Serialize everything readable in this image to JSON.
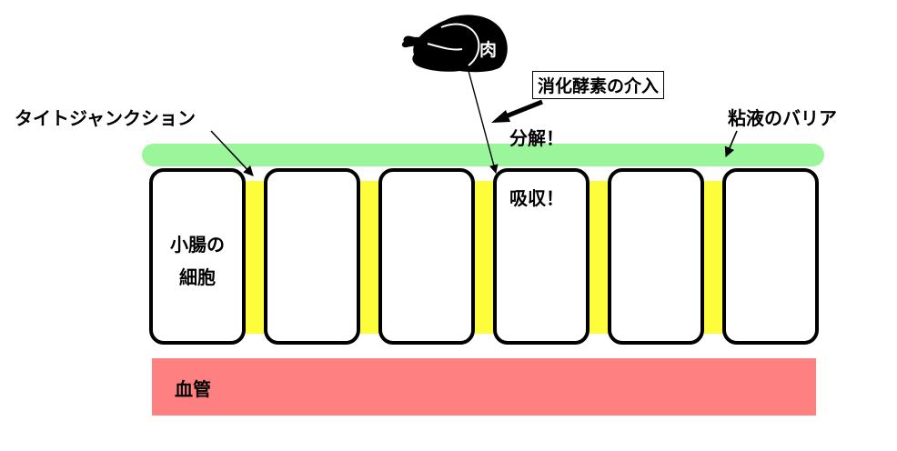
{
  "diagram": {
    "title": "小腸の吸収のしくみ",
    "labels": {
      "tight_junction": "タイトジャンクション",
      "mucus_barrier": "粘液のバリア",
      "enzyme": "消化酵素の介入",
      "decompose": "分解！",
      "absorb": "吸収！",
      "cell_line1": "小腸の",
      "cell_line2": "細胞",
      "blood_vessel": "血管",
      "meat": "肉"
    },
    "icons": {
      "meat": "roast-chicken-icon"
    },
    "colors": {
      "mucus": "#9bf59b",
      "junction": "#fdfd3c",
      "vessel": "#ff8080",
      "cell_border": "#000000"
    },
    "cell_count": 6
  }
}
